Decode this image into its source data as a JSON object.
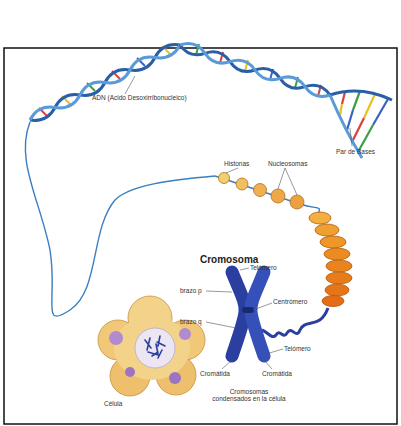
{
  "diagram": {
    "labels": [
      "ADN (Acido Desoxirribonucleico)",
      "Par de Bases",
      "Histonas",
      "Nucleosomas",
      "Cromosoma",
      "Telómero",
      "brazo p",
      "Centrómero",
      "brazo q",
      "Telómero",
      "Cromátida",
      "Cromátida",
      "Cromosomas condensados en la célula",
      "Célula"
    ]
  }
}
